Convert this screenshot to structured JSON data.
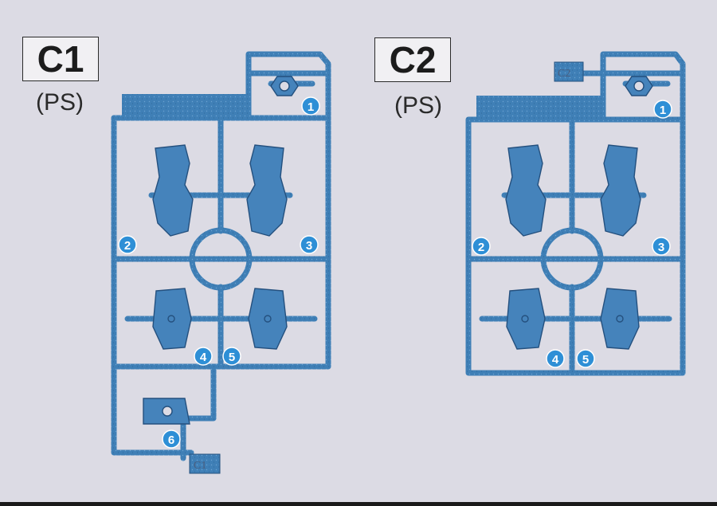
{
  "runners": [
    {
      "id": "c1",
      "code": "C1",
      "material": "(PS)",
      "runner_tag": "C1",
      "part_numbers": [
        "1",
        "2",
        "3",
        "4",
        "5",
        "6"
      ]
    },
    {
      "id": "c2",
      "code": "C2",
      "material": "(PS)",
      "runner_tag": "C2",
      "part_numbers": [
        "1",
        "2",
        "3",
        "4",
        "5"
      ]
    }
  ],
  "colors": {
    "runner": "#3f7fb6",
    "runner_dark": "#24507e",
    "badge": "#2e8fd6",
    "background": "#dcdbe4"
  }
}
